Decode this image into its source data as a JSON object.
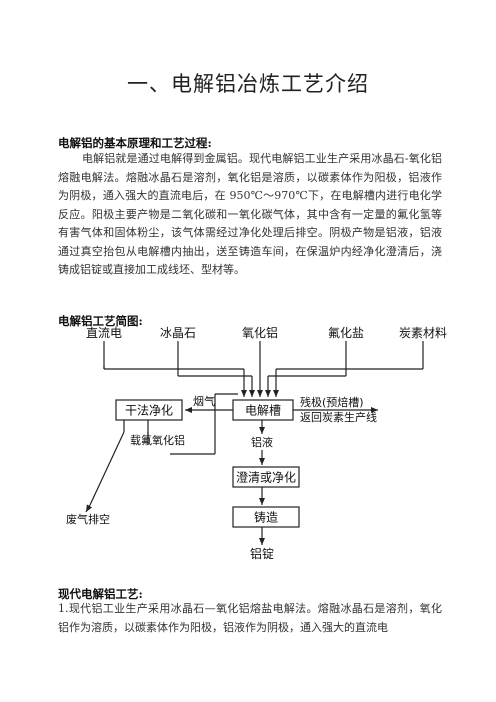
{
  "title": "一、电解铝冶炼工艺介绍",
  "section1": {
    "heading": "电解铝的基本原理和工艺过程:",
    "paragraph": "电解铝就是通过电解得到金属铝。现代电解铝工业生产采用冰晶石-氧化铝熔融电解法。熔融冰晶石是溶剂，氧化铝是溶质，以碳素体作为阳极，铝液作为阴极，通入强大的直流电后，在 950℃～970℃下，在电解槽内进行电化学反应。阳极主要产物是二氧化碳和一氧化碳气体，其中含有一定量的氟化氢等有害气体和固体粉尘，该气体需经过净化处理后排空。阴极产物是铝液，铝液通过真空抬包从电解槽内抽出，送至铸造车间，在保温炉内经净化澄清后，浇铸成铝锭或直接加工成线坯、型材等。"
  },
  "section2": {
    "heading": "电解铝工艺简图:"
  },
  "diagram": {
    "inputs": [
      "直流电",
      "冰晶石",
      "氧化铝",
      "氟化盐",
      "炭素材料"
    ],
    "cell": "电解槽",
    "dry_purify": "干法净化",
    "flue_gas": "烟气",
    "output_right_1": "残极(预焙槽)",
    "output_right_2": "返回炭素生产线",
    "loaded_alumina": "载氟氧化铝",
    "waste_gas": "废气排空",
    "liquid_al": "铝液",
    "clarify": "澄清或净化",
    "casting": "铸造",
    "ingot": "铝锭"
  },
  "section3": {
    "heading": "现代电解铝工艺:",
    "paragraph": "1.现代铝工业生产采用冰晶石—氧化铝熔盐电解法。熔融冰晶石是溶剂，氧化铝作为溶质，以碳素体作为阳极，铝液作为阴极，通入强大的直流电"
  }
}
